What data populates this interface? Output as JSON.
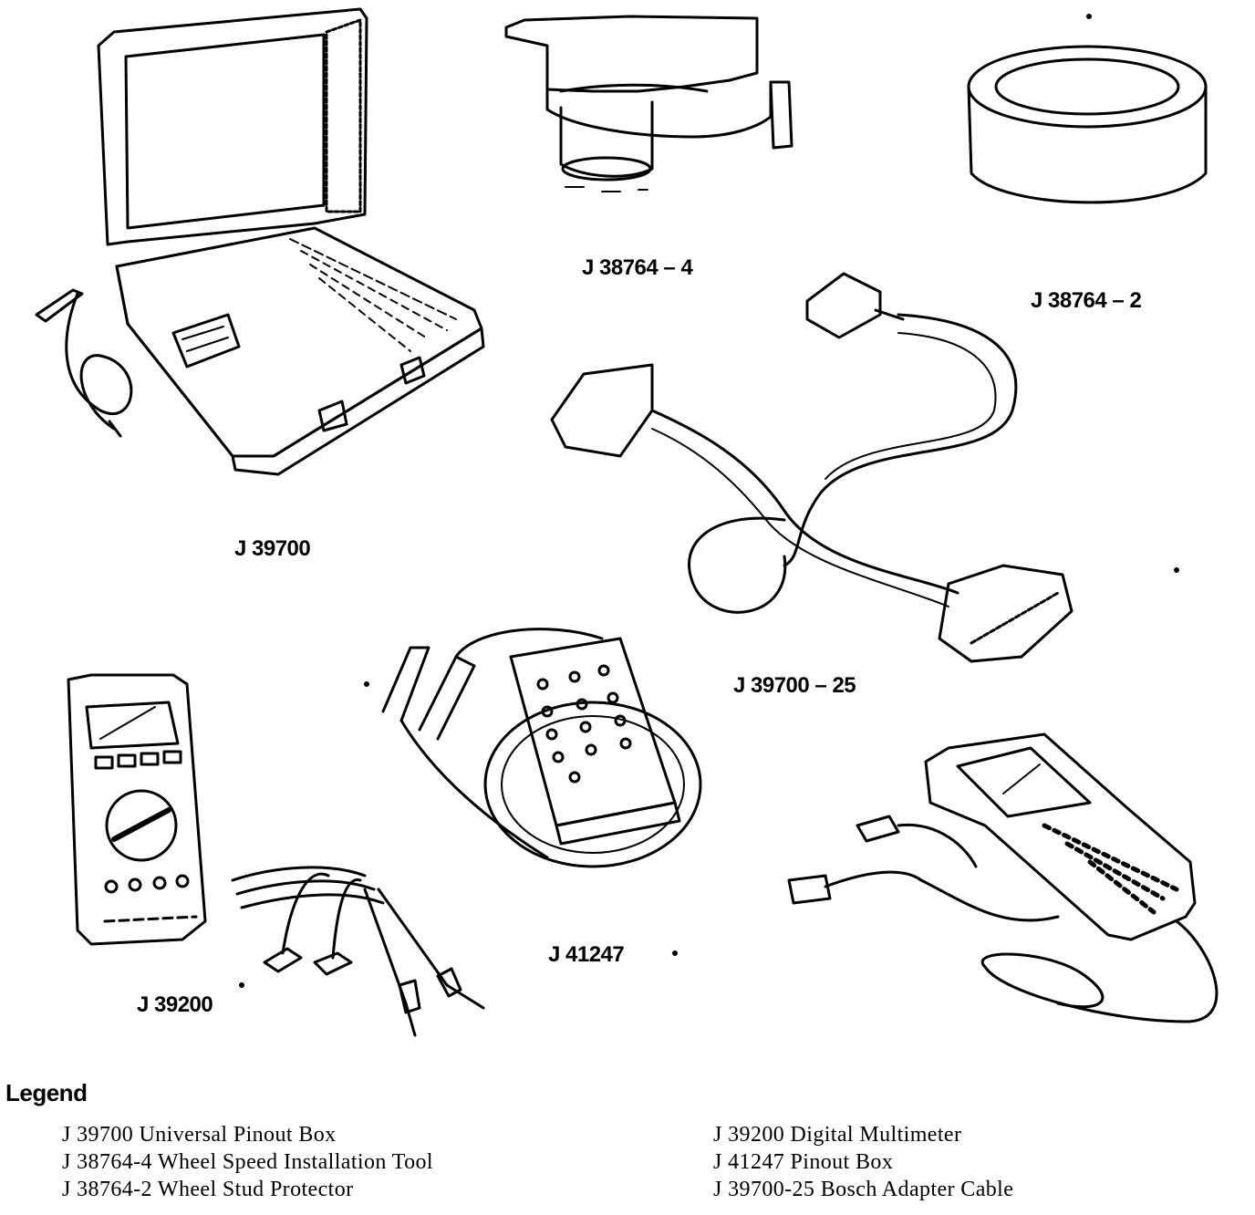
{
  "tools": {
    "pinout_box": "J 39700",
    "wheel_speed_tool": "J 38764 – 4",
    "wheel_stud_protector": "J 38764 – 2",
    "bosch_cable": "J 39700 – 25",
    "multimeter": "J 39200",
    "pinout_box_2": "J 41247"
  },
  "legend": {
    "title": "Legend",
    "left": [
      "J 39700 Universal Pinout Box",
      "J 38764-4 Wheel Speed Installation Tool",
      "J 38764-2 Wheel Stud Protector"
    ],
    "right": [
      "J 39200 Digital Multimeter",
      "J 41247 Pinout Box",
      "J 39700-25 Bosch Adapter Cable"
    ]
  }
}
